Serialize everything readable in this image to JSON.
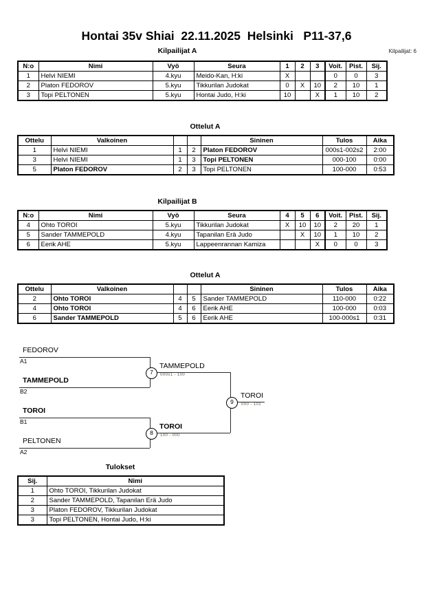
{
  "header": {
    "title": "Hontai 35v Shiai  22.11.2025  Helsinki   P11-37,6",
    "entrants_label": "Kilpailijat: 6"
  },
  "sections": {
    "pool_a_heading": "Kilpailijat A",
    "matches_a_heading": "Ottelut A",
    "pool_b_heading": "Kilpailijat B",
    "matches_b_heading": "Ottelut A",
    "results_heading": "Tulokset"
  },
  "pool_headers": {
    "no": "N:o",
    "name": "Nimi",
    "belt": "Vyö",
    "club": "Seura",
    "wins": "Voit.",
    "points": "Pist.",
    "rank": "Sij."
  },
  "pool_a": {
    "opponent_cols": [
      "1",
      "2",
      "3"
    ],
    "rows": [
      {
        "no": "1",
        "name": "Helvi NIEMI",
        "belt": "4.kyu",
        "club": "Meido-Kan, H:ki",
        "cells": [
          "X",
          "",
          ""
        ],
        "wins": "0",
        "points": "0",
        "rank": "3",
        "bold": false
      },
      {
        "no": "2",
        "name": "Platon FEDOROV",
        "belt": "5.kyu",
        "club": "Tikkurilan Judokat",
        "cells": [
          "0",
          "X",
          "10"
        ],
        "wins": "2",
        "points": "10",
        "rank": "1",
        "bold": false
      },
      {
        "no": "3",
        "name": "Topi PELTONEN",
        "belt": "5.kyu",
        "club": "Hontai Judo, H:ki",
        "cells": [
          "10",
          "",
          "X"
        ],
        "wins": "1",
        "points": "10",
        "rank": "2",
        "bold": false
      }
    ]
  },
  "pool_b": {
    "opponent_cols": [
      "4",
      "5",
      "6"
    ],
    "rows": [
      {
        "no": "4",
        "name": "Ohto TOROI",
        "belt": "5.kyu",
        "club": "Tikkurilan Judokat",
        "cells": [
          "X",
          "10",
          "10"
        ],
        "wins": "2",
        "points": "20",
        "rank": "1",
        "bold": false
      },
      {
        "no": "5",
        "name": "Sander TAMMEPOLD",
        "belt": "4.kyu",
        "club": "Tapanilan Erä Judo",
        "cells": [
          "",
          "X",
          "10"
        ],
        "wins": "1",
        "points": "10",
        "rank": "2",
        "bold": false
      },
      {
        "no": "6",
        "name": "Eerik AHE",
        "belt": "5.kyu",
        "club": "Lappeenrannan Kamiza",
        "cells": [
          "",
          "",
          "X"
        ],
        "wins": "0",
        "points": "0",
        "rank": "3",
        "bold": false
      }
    ]
  },
  "match_headers": {
    "match": "Ottelu",
    "white": "Valkoinen",
    "blue": "Sininen",
    "result": "Tulos",
    "time": "Aika"
  },
  "matches_a": {
    "rows": [
      {
        "match": "1",
        "white": "Helvi NIEMI",
        "white_no": "1",
        "blue_no": "2",
        "blue": "Platon FEDOROV",
        "result": "000s1-002s2",
        "time": "2:00",
        "white_bold": false,
        "blue_bold": true
      },
      {
        "match": "3",
        "white": "Helvi NIEMI",
        "white_no": "1",
        "blue_no": "3",
        "blue": "Topi PELTONEN",
        "result": "000-100",
        "time": "0:00",
        "white_bold": false,
        "blue_bold": true
      },
      {
        "match": "5",
        "white": "Platon FEDOROV",
        "white_no": "2",
        "blue_no": "3",
        "blue": "Topi PELTONEN",
        "result": "100-000",
        "time": "0:53",
        "white_bold": true,
        "blue_bold": false
      }
    ]
  },
  "matches_b": {
    "rows": [
      {
        "match": "2",
        "white": "Ohto TOROI",
        "white_no": "4",
        "blue_no": "5",
        "blue": "Sander TAMMEPOLD",
        "result": "110-000",
        "time": "0:22",
        "white_bold": true,
        "blue_bold": false
      },
      {
        "match": "4",
        "white": "Ohto TOROI",
        "white_no": "4",
        "blue_no": "6",
        "blue": "Eerik AHE",
        "result": "100-000",
        "time": "0:03",
        "white_bold": true,
        "blue_bold": false
      },
      {
        "match": "6",
        "white": "Sander TAMMEPOLD",
        "white_no": "5",
        "blue_no": "6",
        "blue": "Eerik AHE",
        "result": "100-000s1",
        "time": "0:31",
        "white_bold": true,
        "blue_bold": false
      }
    ]
  },
  "bracket": {
    "entries": [
      {
        "name": "FEDOROV",
        "seed": "A1",
        "bold": false
      },
      {
        "name": "TAMMEPOLD",
        "seed": "B2",
        "bold": true
      },
      {
        "name": "TOROI",
        "seed": "B1",
        "bold": true
      },
      {
        "name": "PELTONEN",
        "seed": "A2",
        "bold": false
      }
    ],
    "nodes": [
      {
        "number": "7",
        "winner": "TAMMEPOLD",
        "score": "000s1 - 100",
        "bold": false
      },
      {
        "number": "8",
        "winner": "TOROI",
        "score": "100 - 000",
        "bold": true
      },
      {
        "number": "9",
        "winner": "TOROI",
        "score": "000 - 101",
        "bold": false
      }
    ]
  },
  "results": {
    "headers": {
      "rank": "Sij.",
      "name": "Nimi"
    },
    "rows": [
      {
        "rank": "1",
        "name": "Ohto TOROI, Tikkurilan Judokat"
      },
      {
        "rank": "2",
        "name": "Sander TAMMEPOLD, Tapanilan Erä Judo"
      },
      {
        "rank": "3",
        "name": "Platon FEDOROV, Tikkurilan Judokat"
      },
      {
        "rank": "3",
        "name": "Topi PELTONEN, Hontai Judo, H:ki"
      }
    ]
  }
}
